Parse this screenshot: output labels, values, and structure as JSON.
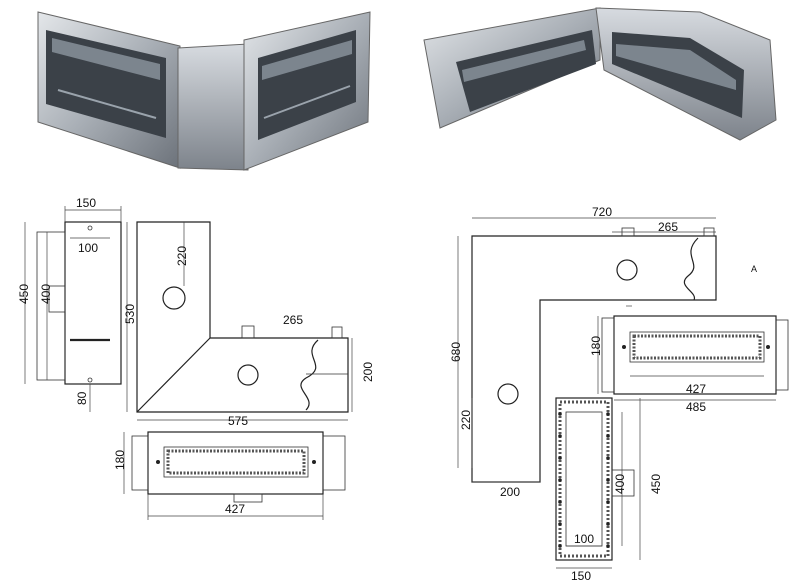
{
  "photos": {
    "left_alt": "",
    "right_alt": ""
  },
  "left_drawing": {
    "side_view": {
      "width_150": "150",
      "inner_100": "100",
      "height_450": "450",
      "opening_400": "400",
      "bottom_80": "80"
    },
    "front_view": {
      "top_220": "220",
      "height_530": "530",
      "length_575": "575",
      "offset_265": "265",
      "height_200": "200"
    },
    "bottom_view": {
      "height_180": "180",
      "length_427": "427"
    }
  },
  "right_drawing": {
    "top_view": {
      "length_720": "720",
      "offset_265": "265",
      "height_680": "680",
      "offset_220": "220",
      "width_200": "200",
      "label_a": "A"
    },
    "end_view": {
      "height_180": "180",
      "inner_427": "427",
      "outer_485": "485"
    },
    "side_view": {
      "height_400": "400",
      "height_450": "450",
      "inner_100": "100",
      "width_150": "150"
    }
  }
}
